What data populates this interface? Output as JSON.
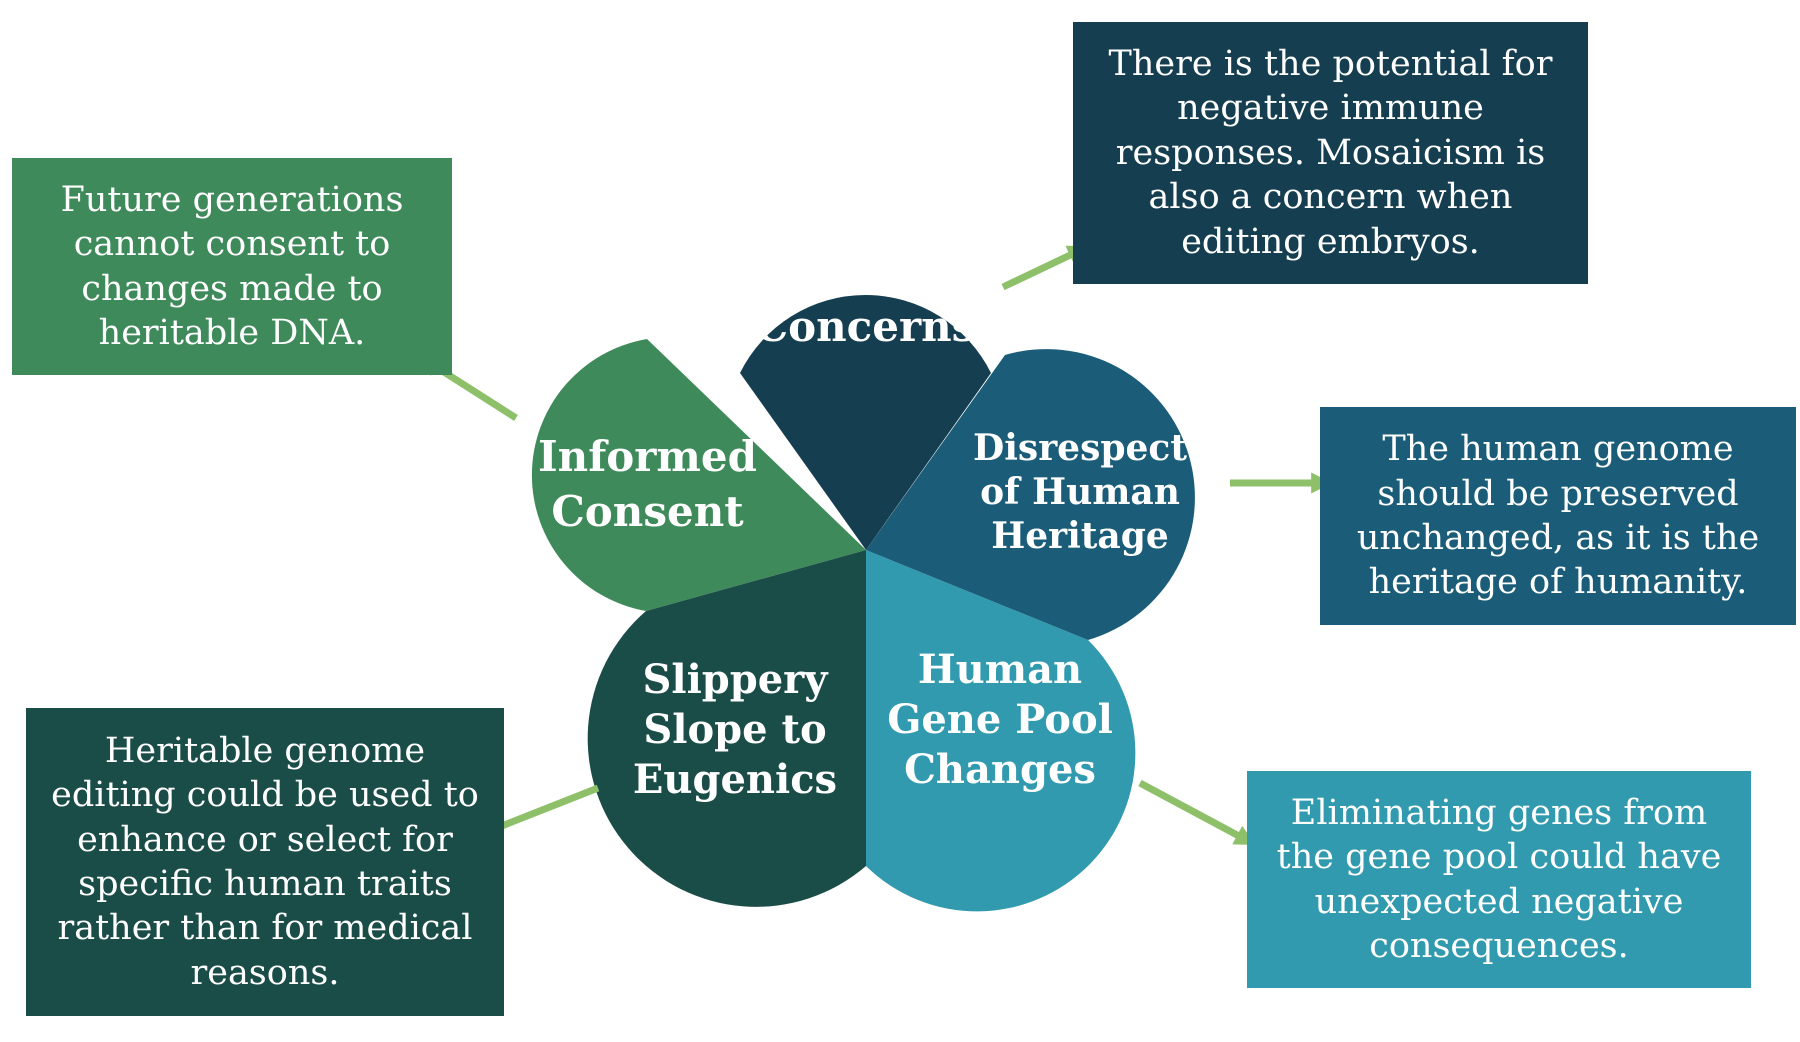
{
  "colors": {
    "safety": "#153f51",
    "heritage": "#1b5d78",
    "gene_pool": "#319aae",
    "eugenics": "#1b4d48",
    "consent": "#3e8a5a",
    "arrow": "#8dc069"
  },
  "petals": {
    "safety": "Safety\nConcerns",
    "heritage": "Disrespect\nof Human\nHeritage",
    "gene_pool": "Human\nGene Pool\nChanges",
    "eugenics": "Slippery\nSlope to\nEugenics",
    "consent": "Informed\nConsent"
  },
  "boxes": {
    "safety": "There is the potential for\nnegative immune\nresponses. Mosaicism is\nalso a concern when\nediting embryos.",
    "heritage": "The human genome\nshould be preserved\nunchanged, as it is the\nheritage of humanity.",
    "gene_pool": "Eliminating genes from\nthe gene pool could have\nunexpected negative\nconsequences.",
    "eugenics": "Heritable genome\nediting could be used to\nenhance or select for\nspecific human traits\nrather than for medical\nreasons.",
    "consent": "Future generations\ncannot consent to\nchanges made to\nheritable DNA."
  }
}
